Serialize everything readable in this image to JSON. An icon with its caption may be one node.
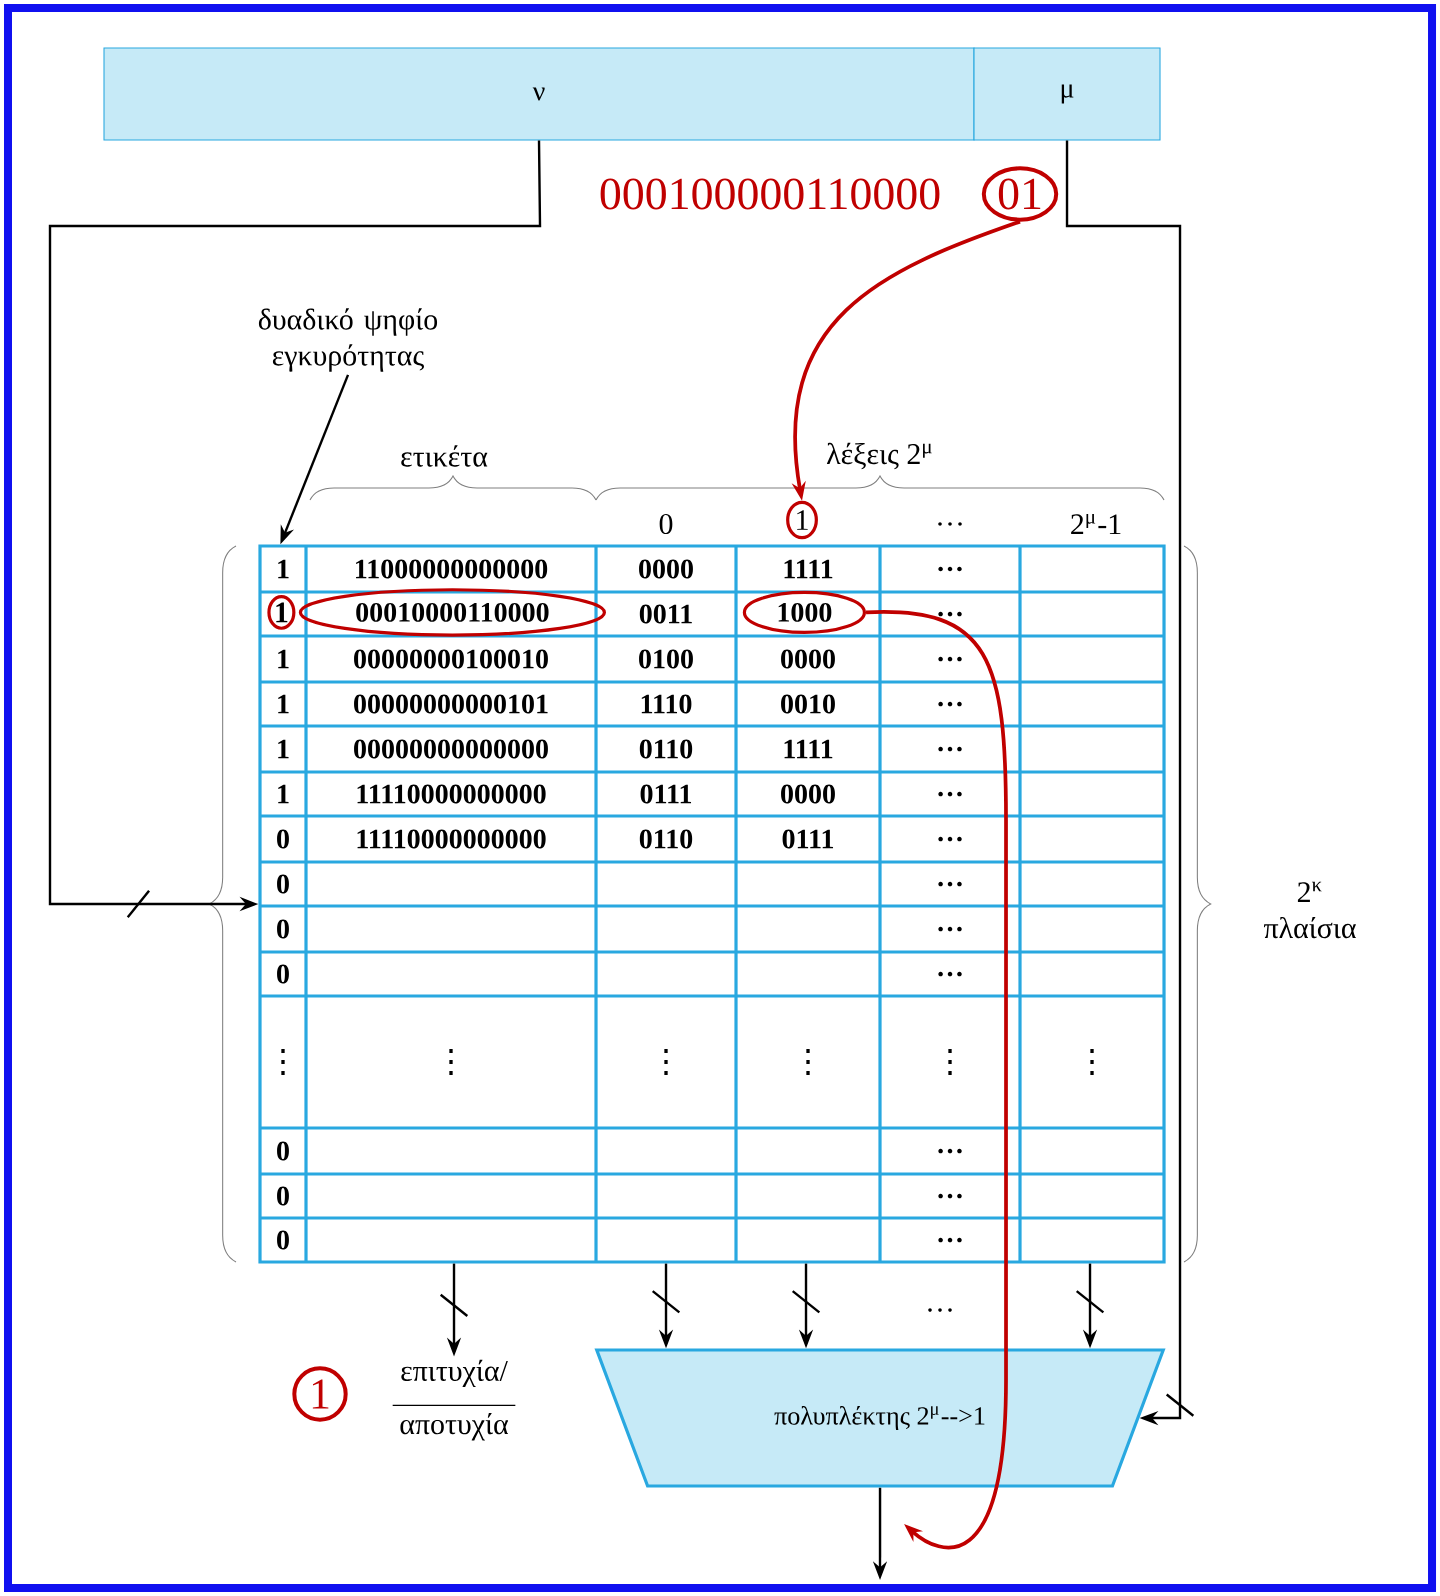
{
  "diagram": {
    "nodes": [
      {
        "text": [
          "ν"
        ]
      },
      {
        "text": [
          "μ"
        ]
      },
      {
        "text": [
          "000100000110000"
        ]
      },
      {
        "text": [
          "01"
        ]
      },
      {
        "text": [
          "δυαδικό ψηφίο εγκυρότητας"
        ]
      },
      {
        "text": [
          "1"
        ]
      },
      {
        "text": [],
        "shape": "box"
      },
      {
        "text": [
          "1"
        ],
        "in": 6
      },
      {
        "text": [
          "00010000110000"
        ],
        "in": 6
      },
      {
        "text": [
          "1000"
        ],
        "in": 6
      },
      {
        "text": [
          "1"
        ]
      },
      {
        "text": [
          "επιτυχία/",
          "αποτυχία"
        ]
      },
      {
        "text": [
          "πολυπλέκτης 2$^{μ}$-->1"
        ]
      }
    ],
    "edges": [
      {
        "from": 0,
        "to": 6,
        "arrow": "to"
      },
      {
        "from": 1,
        "to": 12,
        "arrow": "to"
      },
      {
        "from": 3,
        "to": 5,
        "arrow": "to",
        "color": "#c00000"
      },
      {
        "from": 4,
        "to": 6,
        "arrow": "to"
      },
      {
        "from": 9,
        "to": null,
        "arrow": "to",
        "color": "#c00000"
      },
      {
        "from": 6,
        "to": 11,
        "arrow": "to"
      },
      {
        "from": 6,
        "to": 12,
        "arrow": "to"
      },
      {
        "from": 6,
        "to": 12,
        "arrow": "to"
      },
      {
        "from": 6,
        "to": 12,
        "arrow": "to"
      },
      {
        "from": 12,
        "to": null,
        "arrow": "to"
      }
    ],
    "labels": [
      "ετικέτα",
      "λέξεις 2$^{μ}$",
      "0",
      "…",
      "2$^{μ}$-1",
      "1",
      "11000000000000",
      "0000",
      "1111",
      "…",
      "0011",
      "…",
      "1",
      "00000000100010",
      "0100",
      "0000",
      "…",
      "1",
      "00000000000101",
      "1110",
      "0010",
      "…",
      "1",
      "00000000000000",
      "0110",
      "1111",
      "…",
      "1",
      "11110000000000",
      "0111",
      "0000",
      "…",
      "0",
      "11110000000000",
      "0110",
      "0111",
      "…",
      "0",
      "…",
      "0",
      "…",
      "0",
      "…",
      "⋮",
      "⋮",
      "⋮",
      "⋮",
      "⋮",
      "⋮",
      "0",
      "…",
      "0",
      "…",
      "0",
      "…",
      "2$^{κ}$ πλαίσια",
      "…"
    ]
  }
}
